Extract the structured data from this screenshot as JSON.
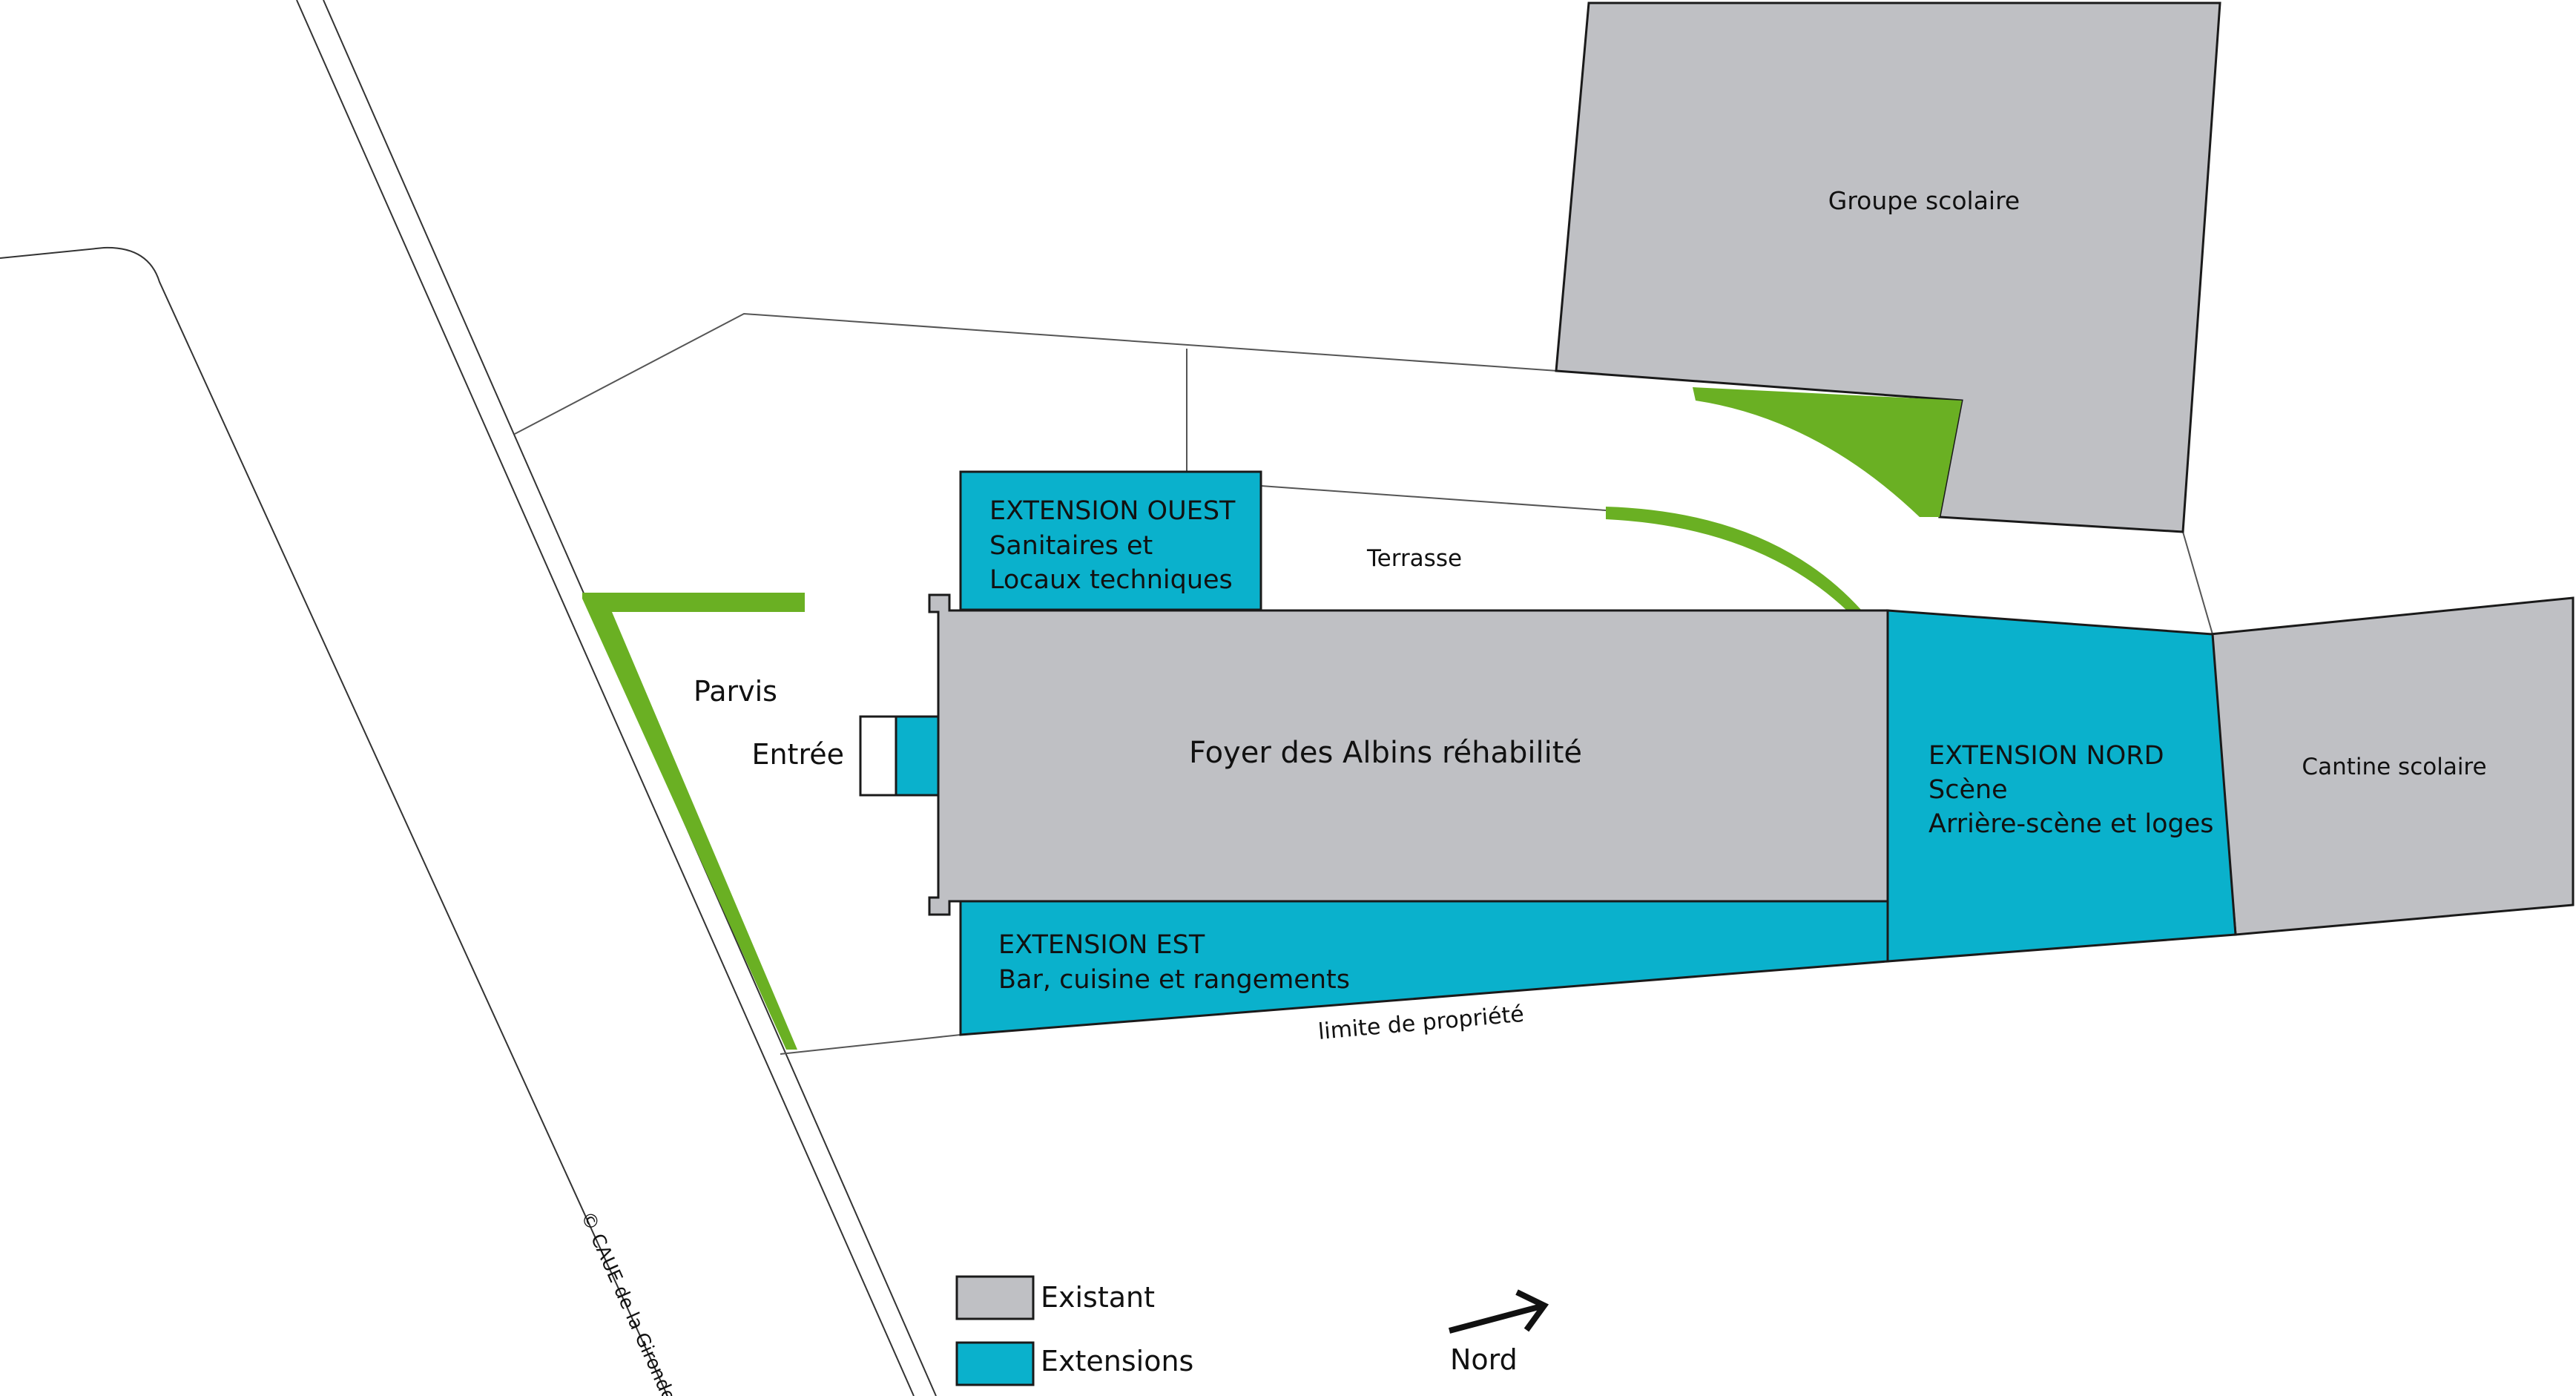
{
  "colors": {
    "existing": "#bfc0c4",
    "extension": "#0ab1cc",
    "green": "#6ab023",
    "outline": "#1a1a1a",
    "background": "#ffffff"
  },
  "labels": {
    "groupe_scolaire": "Groupe scolaire",
    "cantine": "Cantine scolaire",
    "foyer": "Foyer des Albins réhabilité",
    "terrasse": "Terrasse",
    "parvis": "Parvis",
    "entree": "Entrée",
    "limite": "limite de propriété",
    "copyright": "© CAUE de la Gironde"
  },
  "extensions": {
    "ouest": {
      "title": "EXTENSION OUEST",
      "line1": "Sanitaires et",
      "line2": "Locaux techniques"
    },
    "nord": {
      "title": "EXTENSION NORD",
      "line1": "Scène",
      "line2": "Arrière-scène et loges"
    },
    "est": {
      "title": "EXTENSION EST",
      "line1": "Bar, cuisine et rangements"
    }
  },
  "legend": {
    "existing": "Existant",
    "extensions": "Extensions"
  },
  "north": {
    "label": "Nord",
    "icon": "north-arrow-icon"
  }
}
